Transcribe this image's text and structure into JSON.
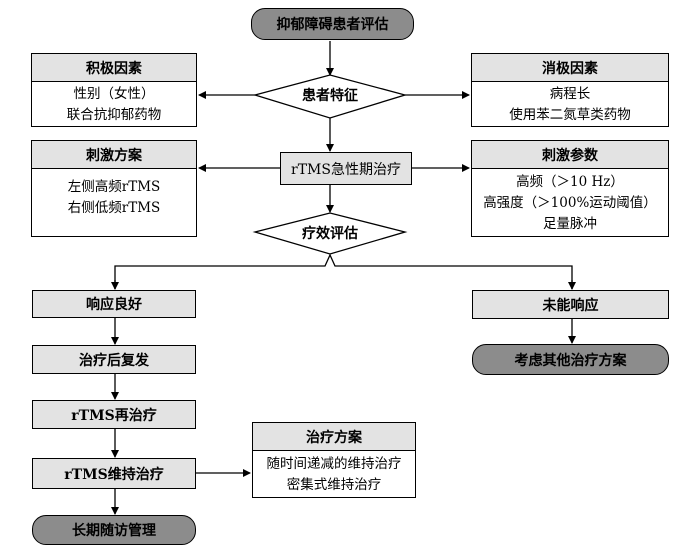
{
  "start": "抑郁障碍患者评估",
  "patient_char": "患者特征",
  "positive": {
    "title": "积极因素",
    "lines": [
      "性别（女性）",
      "联合抗抑郁药物"
    ]
  },
  "negative": {
    "title": "消极因素",
    "lines": [
      "病程长",
      "使用苯二氮草类药物"
    ]
  },
  "acute": "rTMS急性期治疗",
  "stim_scheme": {
    "title": "刺激方案",
    "lines": [
      "左侧高频rTMS",
      "右侧低频rTMS"
    ]
  },
  "stim_params": {
    "title": "刺激参数",
    "lines": [
      "高频（＞10 Hz）",
      "高强度（＞100%运动阈值）",
      "足量脉冲"
    ]
  },
  "efficacy": "疗效评估",
  "good_response": "响应良好",
  "relapse": "治疗后复发",
  "retreat": "rTMS再治疗",
  "maintenance": "rTMS维持治疗",
  "followup": "长期随访管理",
  "no_response": "未能响应",
  "other_plan": "考虑其他治疗方案",
  "treat_plan": {
    "title": "治疗方案",
    "lines": [
      "随时间递减的维持治疗",
      "密集式维持治疗"
    ]
  },
  "colors": {
    "terminal": "#8c8c8c",
    "header": "#e3e3e3",
    "line": "#000000"
  }
}
